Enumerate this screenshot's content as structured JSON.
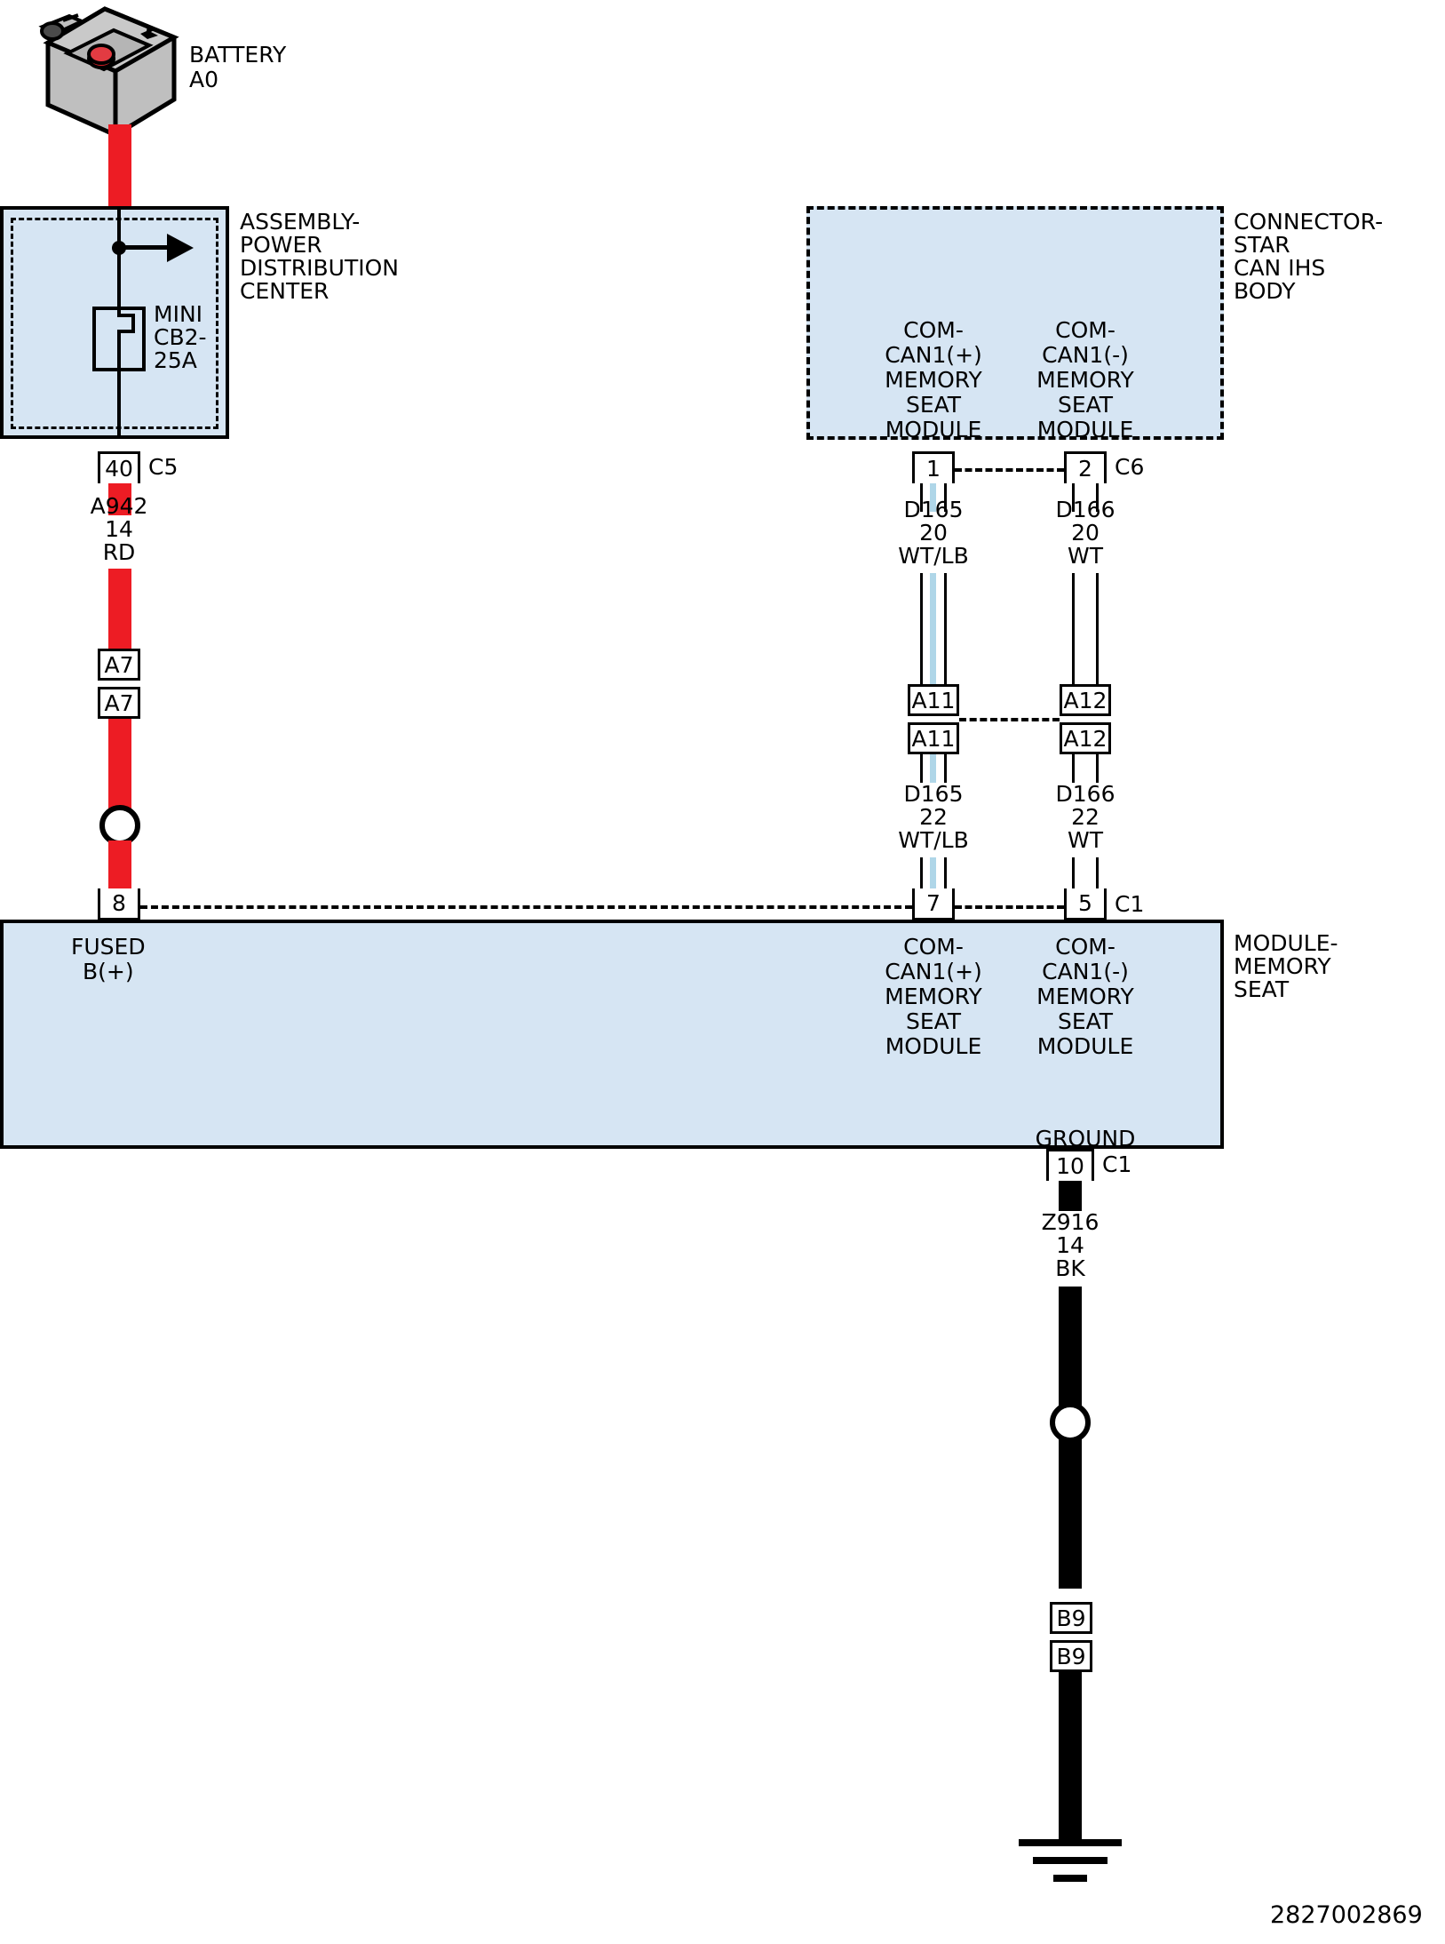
{
  "diagram": {
    "document_number": "2827002869",
    "colors": {
      "wire_red": "#ED1C24",
      "wire_black": "#000000",
      "wire_white": "#FFFFFF",
      "wire_lightblue_stripe": "#AFD6E8",
      "box_fill": "#D6E5F3",
      "outline": "#000000"
    }
  },
  "battery": {
    "name": "BATTERY",
    "id": "A0",
    "label_line1": "BATTERY",
    "label_line2": "A0"
  },
  "pdc": {
    "label_line1": "ASSEMBLY-",
    "label_line2": "POWER",
    "label_line3": "DISTRIBUTION",
    "label_line4": "CENTER",
    "breaker": {
      "line1": "MINI",
      "line2": "CB2-",
      "line3": "25A"
    },
    "output_pin": "40",
    "output_connector": "C5"
  },
  "star_connector": {
    "label_line1": "CONNECTOR-",
    "label_line2": "STAR",
    "label_line3": "CAN IHS",
    "label_line4": "BODY",
    "terminals": [
      {
        "pin": "1",
        "line1": "COM-",
        "line2": "CAN1(+)",
        "line3": "MEMORY",
        "line4": "SEAT",
        "line5": "MODULE"
      },
      {
        "pin": "2",
        "line1": "COM-",
        "line2": "CAN1(-)",
        "line3": "MEMORY",
        "line4": "SEAT",
        "line5": "MODULE"
      }
    ],
    "connector_id": "C6"
  },
  "module": {
    "label_line1": "MODULE-",
    "label_line2": "MEMORY",
    "label_line3": "SEAT",
    "power_pin": "8",
    "power_line1": "FUSED",
    "power_line2": "B(+)",
    "ground_label": "GROUND",
    "ground_pin": "10",
    "ground_connector": "C1",
    "connector_id": "C1",
    "terminals": [
      {
        "pin": "7",
        "line1": "COM-",
        "line2": "CAN1(+)",
        "line3": "MEMORY",
        "line4": "SEAT",
        "line5": "MODULE"
      },
      {
        "pin": "5",
        "line1": "COM-",
        "line2": "CAN1(-)",
        "line3": "MEMORY",
        "line4": "SEAT",
        "line5": "MODULE"
      }
    ]
  },
  "wires": {
    "power": {
      "circuit": "A942",
      "gauge": "14",
      "color_code": "RD",
      "splice_a_top": "A7",
      "splice_a_bot": "A7"
    },
    "can_high_upper": {
      "circuit": "D165",
      "gauge": "20",
      "color_code": "WT/LB"
    },
    "can_low_upper": {
      "circuit": "D166",
      "gauge": "20",
      "color_code": "WT"
    },
    "can_high_lower": {
      "circuit": "D165",
      "gauge": "22",
      "color_code": "WT/LB"
    },
    "can_low_lower": {
      "circuit": "D166",
      "gauge": "22",
      "color_code": "WT"
    },
    "can_high_connector_top": "A11",
    "can_high_connector_bot": "A11",
    "can_low_connector_top": "A12",
    "can_low_connector_bot": "A12",
    "ground": {
      "circuit": "Z916",
      "gauge": "14",
      "color_code": "BK",
      "connector_top": "B9",
      "connector_bot": "B9"
    }
  }
}
